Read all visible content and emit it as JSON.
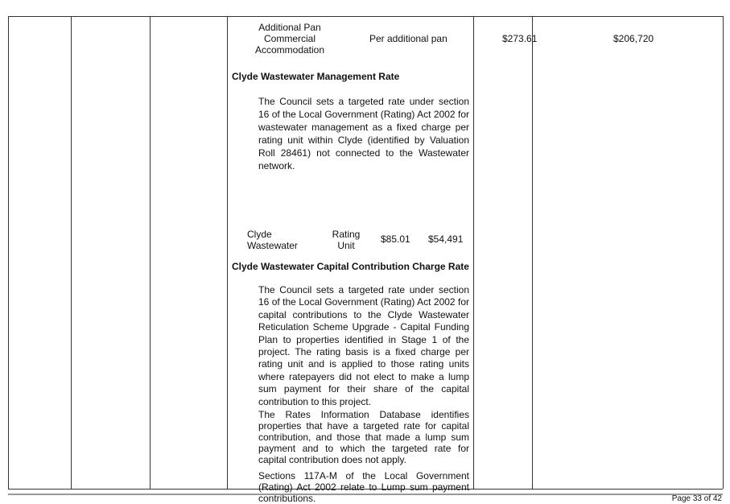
{
  "pan_row": {
    "name": "Additional Pan Commercial Accommodation",
    "basis": "Per additional pan",
    "rate": "$273.61",
    "revenue": "$206,720"
  },
  "mgmt": {
    "heading": "Clyde Wastewater Management Rate",
    "body": "The Council sets a targeted rate under section 16 of the Local Government (Rating) Act 2002 for wastewater management as a fixed charge per rating unit within Clyde (identified by Valuation Roll 28461) not connected to the Wastewater network.",
    "row": {
      "name": "Clyde Wastewater",
      "basis": "Rating Unit",
      "rate": "$85.01",
      "revenue": "$54,491"
    }
  },
  "capital": {
    "heading": "Clyde Wastewater Capital Contribution Charge Rate",
    "body1": "The Council sets a targeted rate under section 16 of the Local Government (Rating) Act 2002 for capital contributions to the Clyde Wastewater Reticulation Scheme Upgrade - Capital Funding Plan to properties identified in Stage 1 of the project. The rating basis is a fixed charge per rating unit and is applied to those rating units where ratepayers did not elect to make a lump sum payment for their share of the capital contribution to this project.",
    "body2": "The Rates Information Database identifies properties that have a targeted rate for capital contribution, and those that made a lump sum payment and to which the targeted rate for capital contribution does not apply.",
    "body3": "Sections 117A-M of the Local Government (Rating) Act 2002 relate to Lump sum payment contributions."
  },
  "footer": {
    "page": "Page 33 of 42"
  }
}
